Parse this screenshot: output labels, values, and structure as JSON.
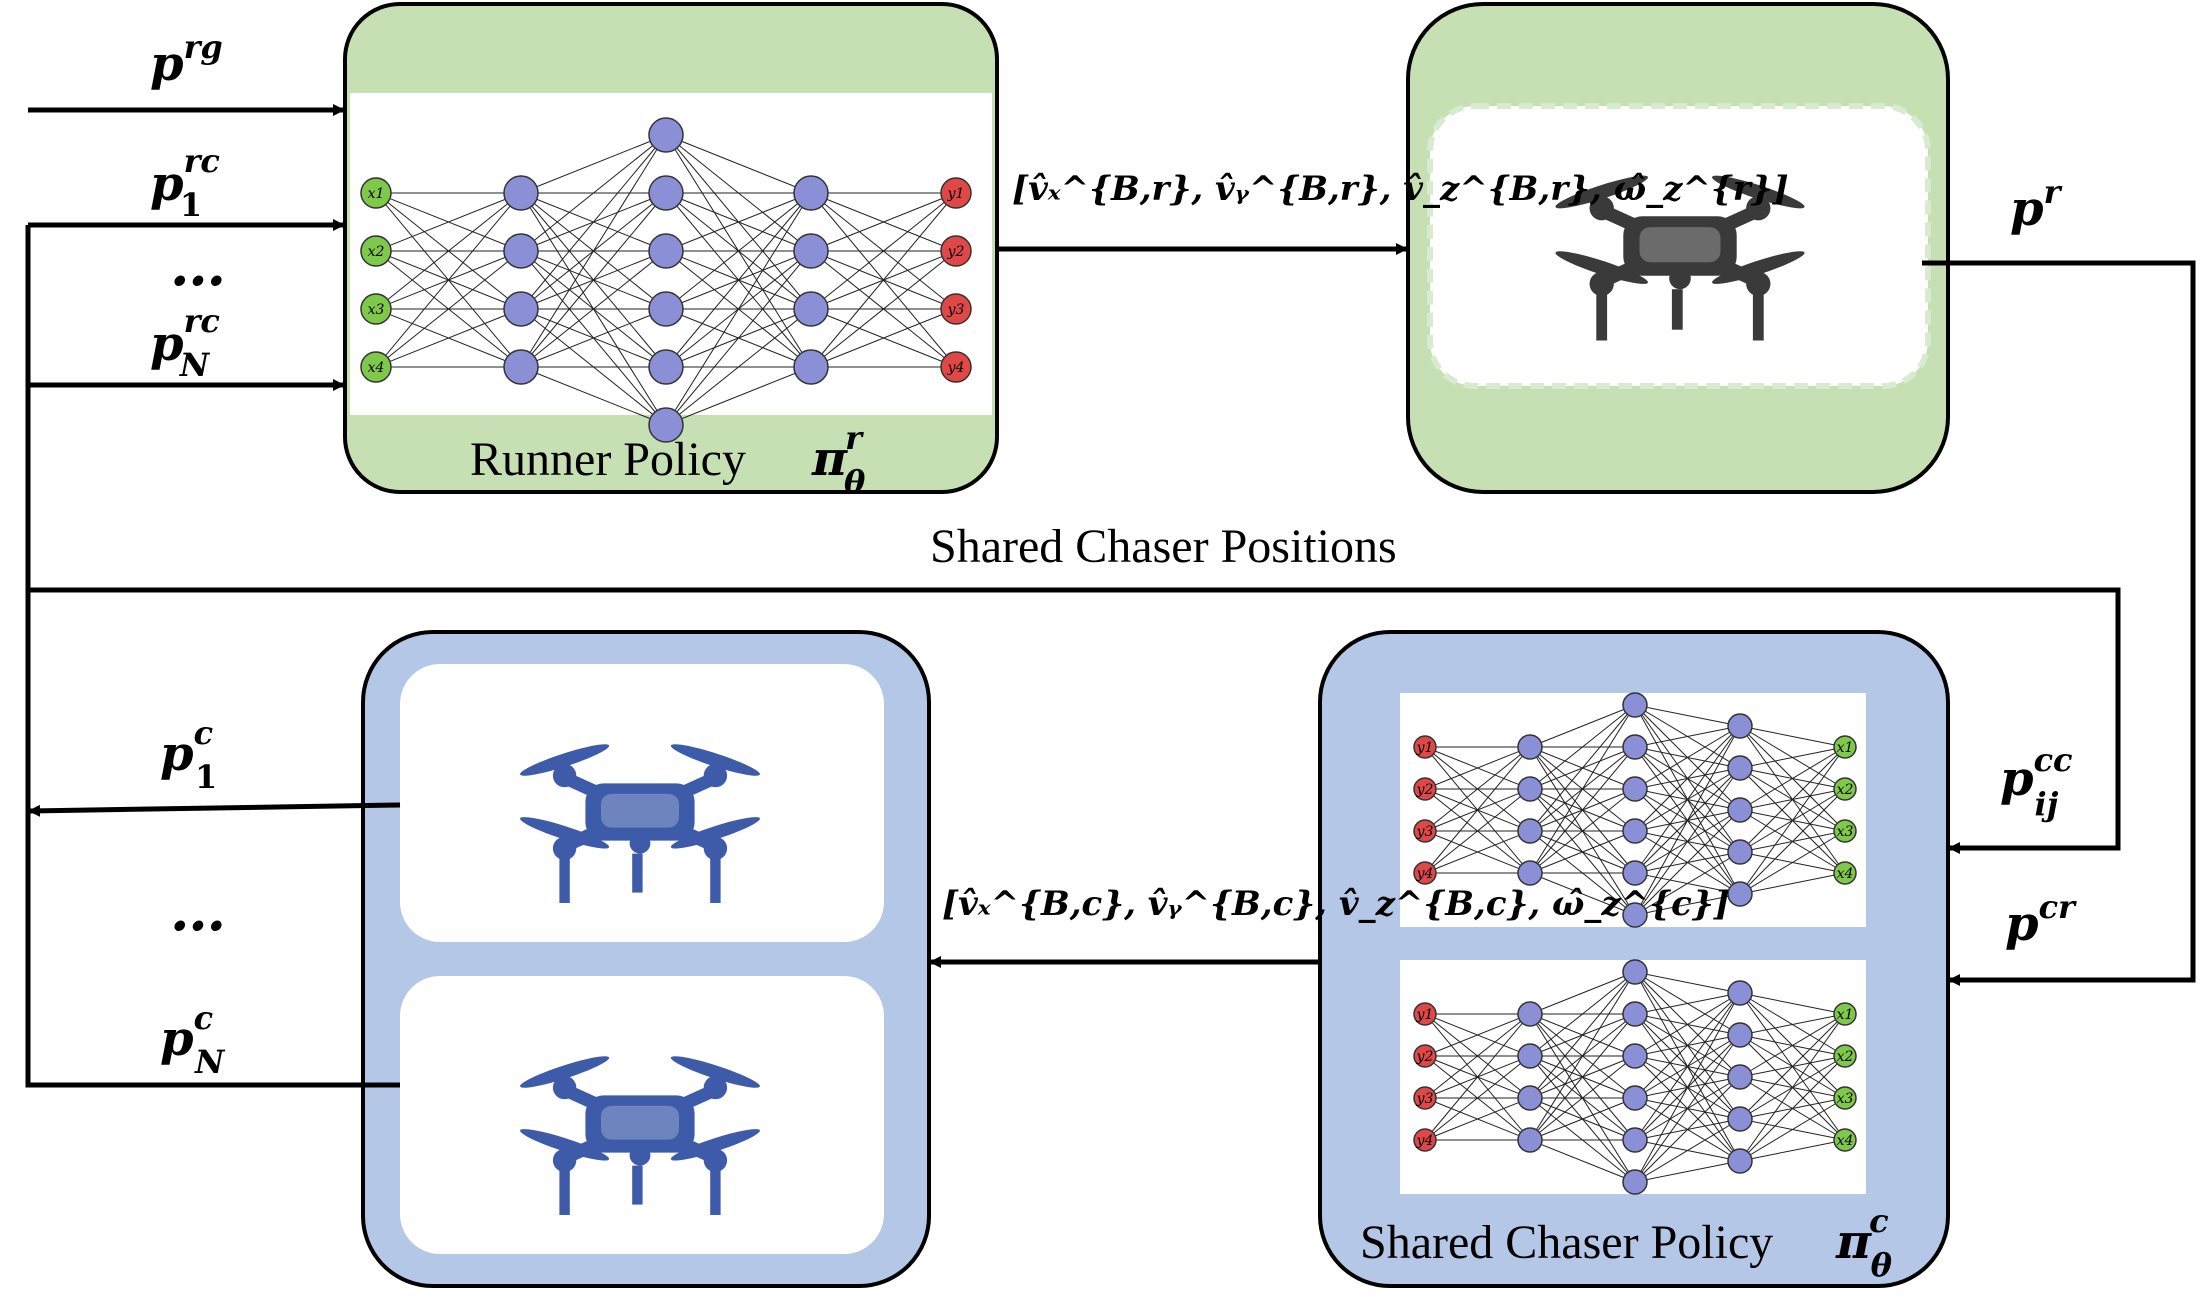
{
  "colors": {
    "green_panel": "#c6e0b4",
    "blue_panel": "#b4c7e7",
    "neuron_fill": "#8b8fd6",
    "input_green": "#7ec84a",
    "output_red": "#e04848",
    "line": "#000000"
  },
  "labels": {
    "shared_chaser_positions": "Shared Chaser Positions",
    "runner_policy": "Runner Policy",
    "runner_policy_sym": "π",
    "runner_policy_sup": "r",
    "runner_policy_sub": "θ",
    "chaser_policy": "Shared Chaser Policy",
    "chaser_policy_sym": "π",
    "chaser_policy_sup": "c",
    "chaser_policy_sub": "θ",
    "p_rg": {
      "base": "p",
      "sup": "rg"
    },
    "p_1_rc": {
      "base": "p",
      "sup": "rc",
      "sub": "1"
    },
    "p_N_rc": {
      "base": "p",
      "sup": "rc",
      "sub": "N"
    },
    "dots_top": "…",
    "p_r": {
      "base": "p",
      "sup": "r"
    },
    "p_ij_cc": {
      "base": "p",
      "sup": "cc",
      "sub": "ij"
    },
    "p_cr": {
      "base": "p",
      "sup": "cr"
    },
    "p_1_c": {
      "base": "p",
      "sup": "c",
      "sub": "1"
    },
    "dots_bottom": "…",
    "p_N_c": {
      "base": "p",
      "sup": "c",
      "sub": "N"
    },
    "runner_action": "[v̂ₓ^{B,r}, v̂ᵧ^{B,r}, v̂_z^{B,r}, ω̂_z^{r}]",
    "chaser_action": "[v̂ₓ^{B,c}, v̂ᵧ^{B,c}, v̂_z^{B,c}, ω̂_z^{c}]"
  },
  "runner_net": {
    "layers": [
      4,
      4,
      6,
      4,
      4
    ],
    "inputs": [
      "x1",
      "x2",
      "x3",
      "x4"
    ],
    "outputs": [
      "y1",
      "y2",
      "y3",
      "y4"
    ]
  },
  "chaser_net": {
    "layers": [
      4,
      4,
      6,
      5,
      4
    ],
    "inputs": [
      "y1",
      "y2",
      "y3",
      "y4"
    ],
    "outputs": [
      "x1",
      "x2",
      "x3",
      "x4"
    ]
  },
  "icons": {
    "runner_drone": "quadcopter-drone-icon",
    "chaser_drone": "quadcopter-drone-icon"
  }
}
